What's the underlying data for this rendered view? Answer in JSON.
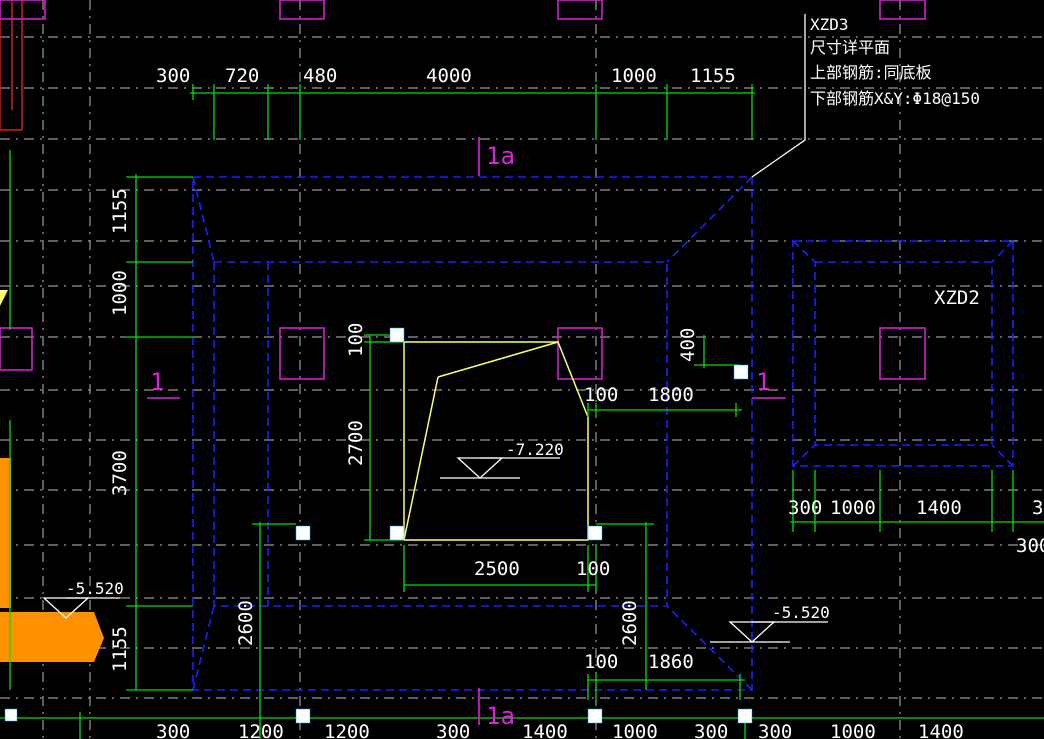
{
  "colors": {
    "background": "#000000",
    "grid_axis": "#c8c8c8",
    "dimension": "#00e000",
    "foundation_outline": "#1a1aff",
    "column": "#d020d0",
    "pit": "#ffff66",
    "leader": "#ffffff",
    "section_mark": "#e020e0",
    "filled_slab": "#ff9000"
  },
  "note": {
    "lines": [
      "XZD3",
      "尺寸详平面",
      "上部钢筋:同底板",
      "下部钢筋X&Y:Φ18@150"
    ]
  },
  "labels": {
    "xzd2": "XZD2",
    "section_1a_top": "1a",
    "section_1a_bottom": "1a",
    "section_1_left": "1",
    "section_1_right": "1"
  },
  "elevations": {
    "pit": "-7.220",
    "left": "-5.520",
    "right": "-5.520"
  },
  "dims": {
    "top_row": [
      "300",
      "720",
      "480",
      "4000",
      "1000",
      "1155"
    ],
    "left_column": [
      "1155",
      "1000",
      "3700",
      "1155"
    ],
    "pit_top_offset": "100",
    "pit_height": "2700",
    "pit_width": "2500",
    "pit_right_offset": "100",
    "right_offset_a": "100",
    "right_span_a": "1800",
    "right_vertical": "400",
    "left_lower": "2600",
    "right_lower": "2600",
    "bottom_offset": "100",
    "bottom_span": "1860",
    "xzd2_row": [
      "300",
      "1000",
      "1400",
      "3"
    ],
    "xzd2_side": "300",
    "bottom_row": [
      "300",
      "1200",
      "1200",
      "300",
      "1400",
      "1000",
      "300",
      "300",
      "1000",
      "1400"
    ]
  }
}
